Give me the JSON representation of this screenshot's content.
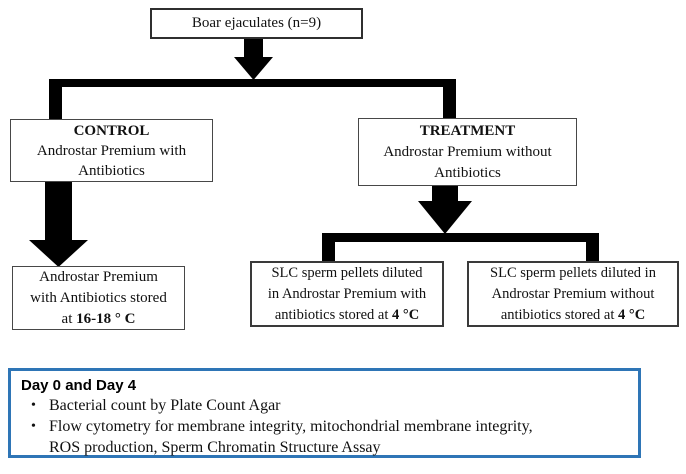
{
  "colors": {
    "connector": "#000000",
    "panel_border": "#2e75b6",
    "box_border": "#474747",
    "text": "#111111"
  },
  "flowchart": {
    "top_box": {
      "lines": [
        [
          {
            "t": "Boar ejaculates (n=9)"
          }
        ]
      ]
    },
    "control_box": {
      "lines": [
        [
          {
            "t": "CONTROL",
            "b": true
          }
        ],
        [
          {
            "t": "Androstar Premium with"
          }
        ],
        [
          {
            "t": "Antibiotics"
          }
        ]
      ]
    },
    "treatment_box": {
      "lines": [
        [
          {
            "t": "TREATMENT",
            "b": true
          }
        ],
        [
          {
            "t": "Androstar Premium without"
          }
        ],
        [
          {
            "t": "Antibiotics"
          }
        ]
      ]
    },
    "control_storage_box": {
      "lines": [
        [
          {
            "t": "Androstar Premium"
          }
        ],
        [
          {
            "t": "with Antibiotics stored"
          }
        ],
        [
          {
            "t": "at "
          },
          {
            "t": "16-18 ° C",
            "b": true
          }
        ]
      ]
    },
    "slc_with_box": {
      "lines": [
        [
          {
            "t": "SLC sperm pellets diluted"
          }
        ],
        [
          {
            "t": "in Androstar Premium with"
          }
        ],
        [
          {
            "t": "antibiotics stored at "
          },
          {
            "t": "4 °C",
            "b": true
          }
        ]
      ]
    },
    "slc_without_box": {
      "lines": [
        [
          {
            "t": "SLC sperm pellets diluted in"
          }
        ],
        [
          {
            "t": "Androstar Premium without"
          }
        ],
        [
          {
            "t": "antibiotics stored at "
          },
          {
            "t": "4 °C",
            "b": true
          }
        ]
      ]
    }
  },
  "assessment_panel": {
    "heading": "Day 0 and Day 4",
    "bullet_glyph": "•",
    "bullets": [
      {
        "lines": [
          "Bacterial count by Plate Count Agar"
        ]
      },
      {
        "lines": [
          "Flow cytometry for membrane integrity, mitochondrial membrane integrity,",
          "ROS production, Sperm Chromatin Structure Assay"
        ]
      }
    ]
  }
}
